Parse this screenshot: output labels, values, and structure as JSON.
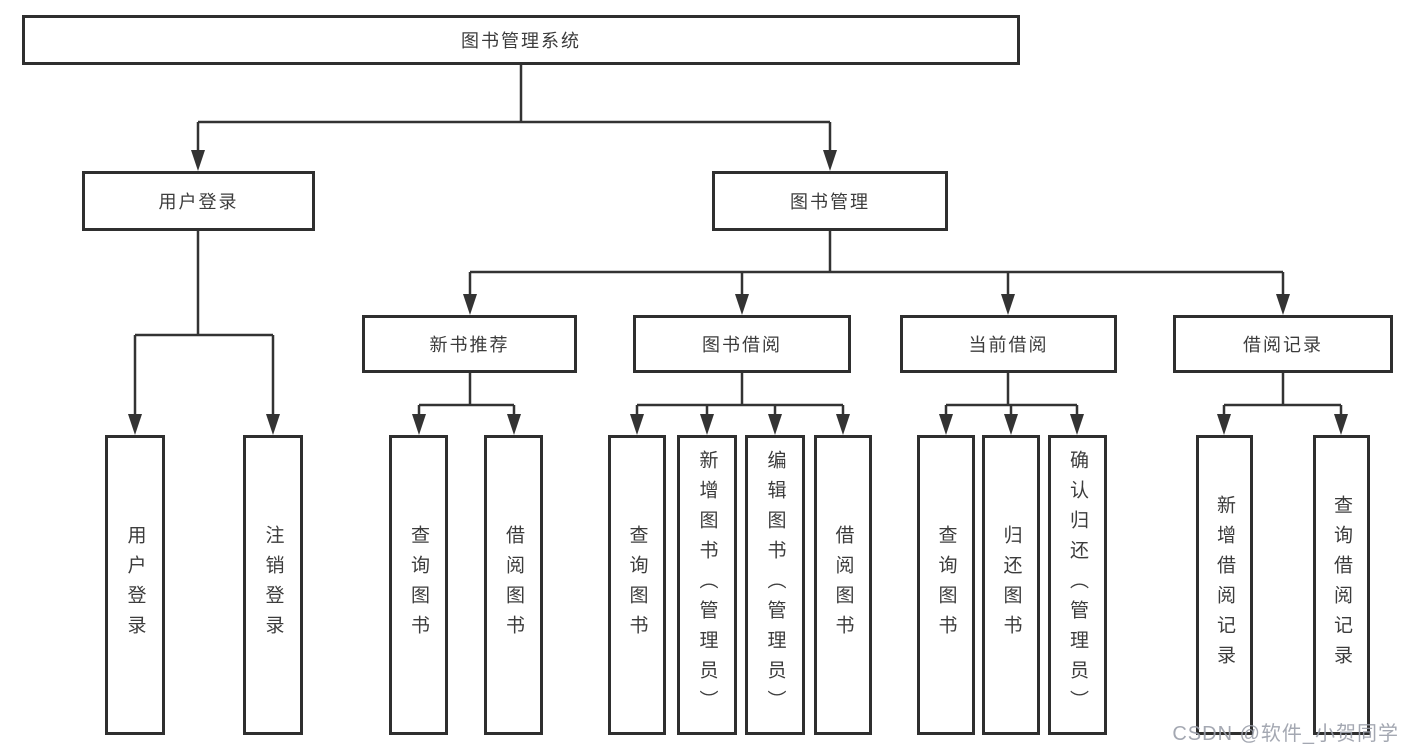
{
  "diagram": {
    "root": "图书管理系统",
    "level2": [
      {
        "label": "用户登录",
        "children": [
          {
            "label": "用户登录"
          },
          {
            "label": "注销登录"
          }
        ]
      },
      {
        "label": "图书管理",
        "children": [
          {
            "label": "新书推荐",
            "children": [
              {
                "label": "查询图书"
              },
              {
                "label": "借阅图书"
              }
            ]
          },
          {
            "label": "图书借阅",
            "children": [
              {
                "label": "查询图书"
              },
              {
                "label": "新增图书（管理员）"
              },
              {
                "label": "编辑图书（管理员）"
              },
              {
                "label": "借阅图书"
              }
            ]
          },
          {
            "label": "当前借阅",
            "children": [
              {
                "label": "查询图书"
              },
              {
                "label": "归还图书"
              },
              {
                "label": "确认归还（管理员）"
              }
            ]
          },
          {
            "label": "借阅记录",
            "children": [
              {
                "label": "新增借阅记录"
              },
              {
                "label": "查询借阅记录"
              }
            ]
          }
        ]
      }
    ]
  },
  "line_color": "#333333",
  "watermark": "CSDN @软件_小贺同学"
}
